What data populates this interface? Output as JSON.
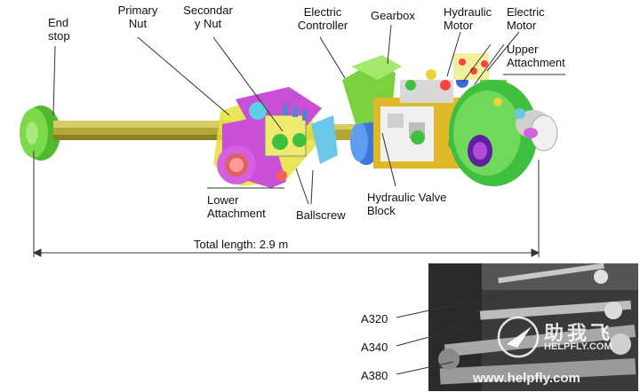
{
  "diagram": {
    "labels": {
      "end_stop": "End\nstop",
      "primary_nut": "Primary\nNut",
      "secondary_nut": "Secondar\ny Nut",
      "electric_controller": "Electric\nController",
      "gearbox": "Gearbox",
      "hydraulic_motor": "Hydraulic\nMotor",
      "electric_motor": "Electric\nMotor",
      "upper_attachment": "Upper\nAttachment",
      "lower_attachment": "Lower\nAttachment",
      "ballscrew": "Ballscrew",
      "hydraulic_valve_block": "Hydraulic Valve\nBlock",
      "total_length": "Total length: 2.9 m"
    },
    "photo_labels": [
      "A320",
      "A340",
      "A380"
    ],
    "watermark": {
      "brand_cn": "助我飞",
      "brand_en": "HELPFLY.COM",
      "url": "www.helpfly.com"
    }
  }
}
